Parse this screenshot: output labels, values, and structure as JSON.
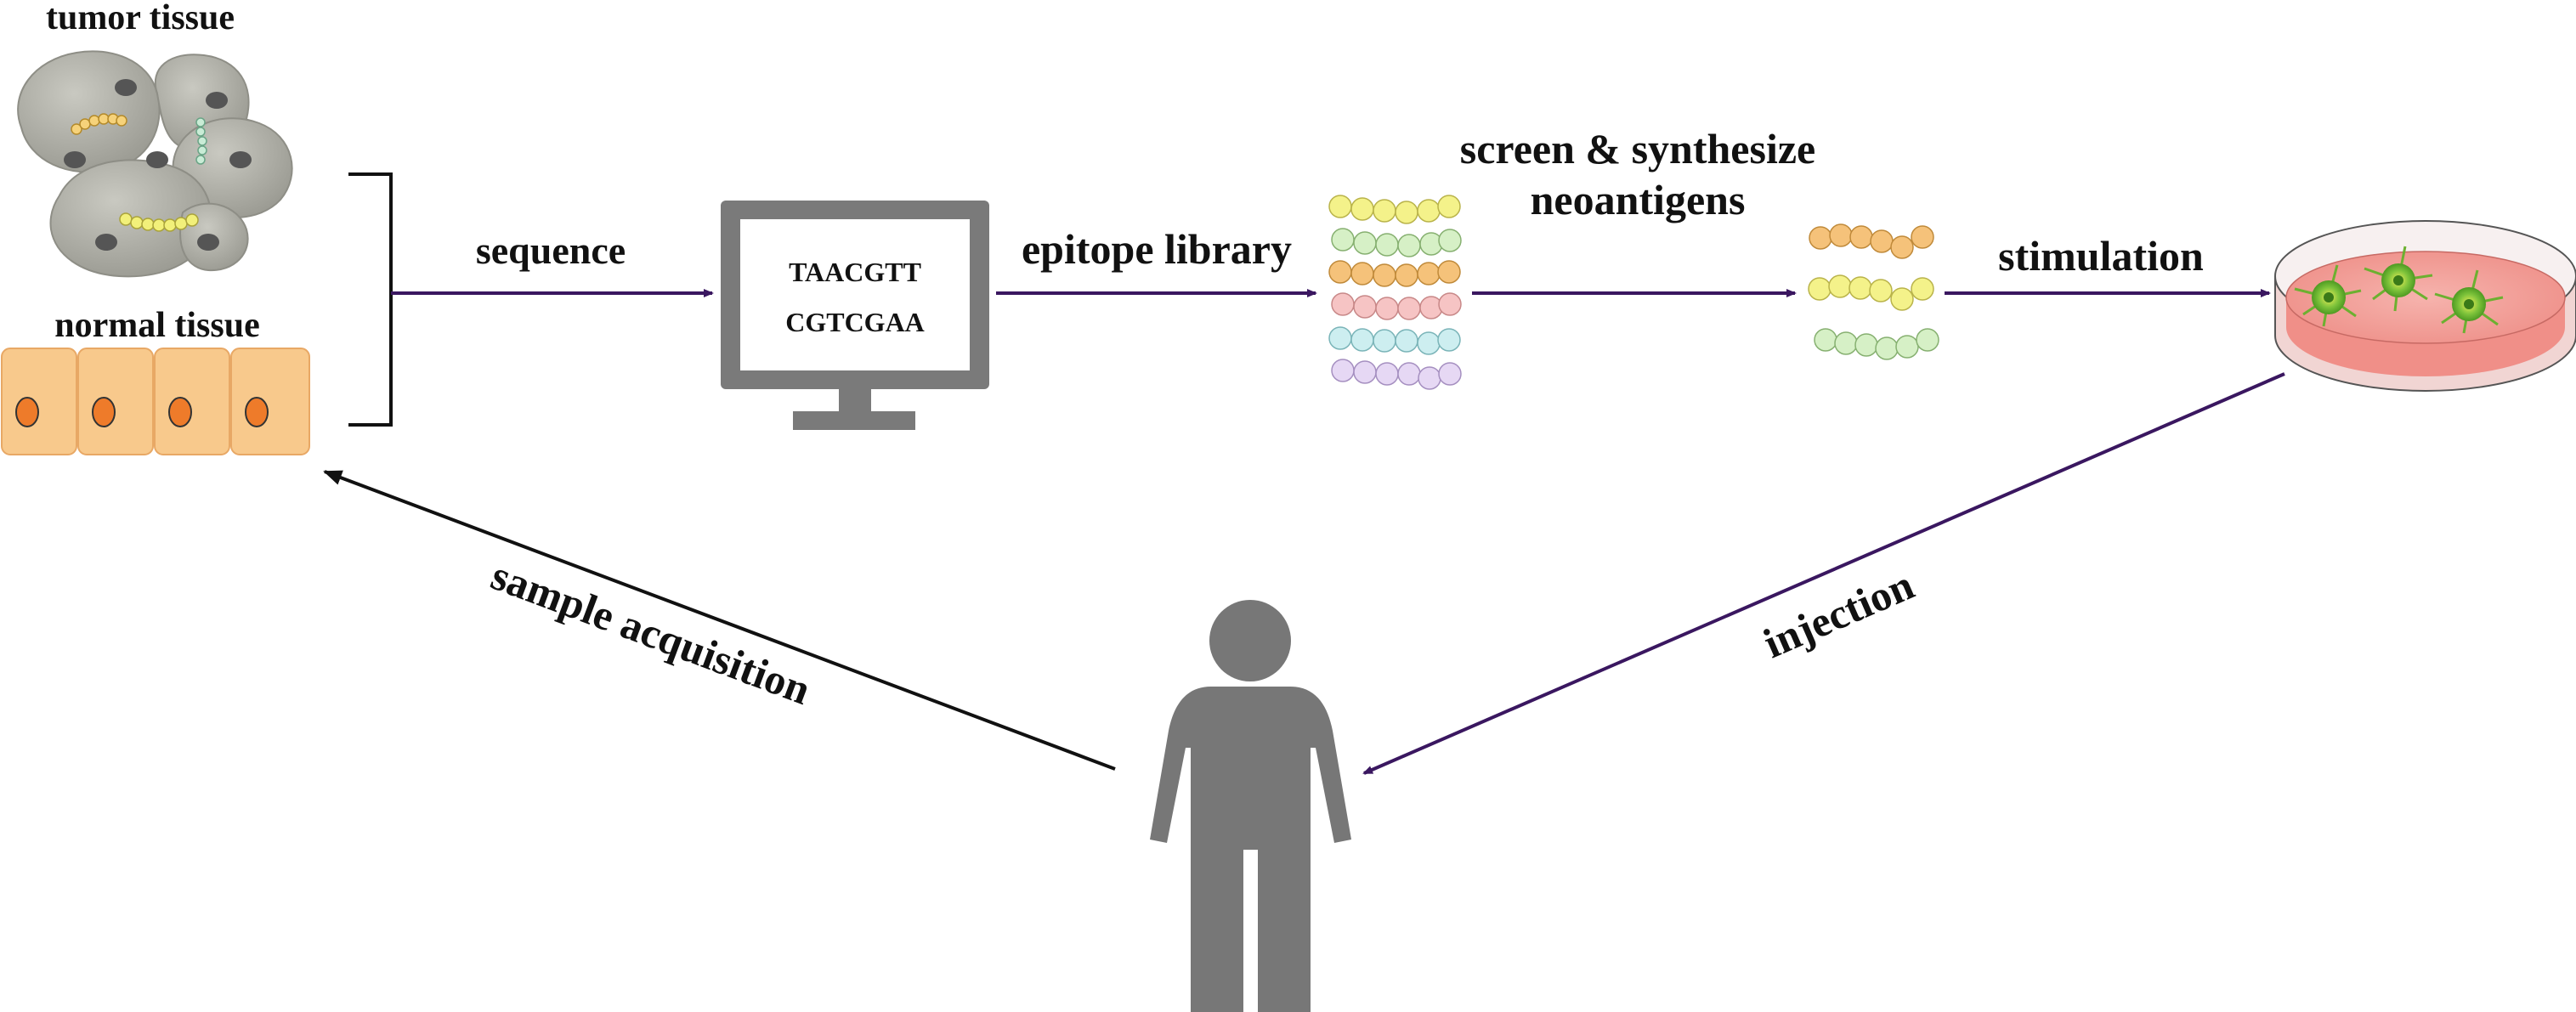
{
  "labels": {
    "tumor_tissue": "tumor tissue",
    "normal_tissue": "normal tissue",
    "sequence": "sequence",
    "epitope_library": "epitope library",
    "screen_line1": "screen & synthesize",
    "screen_line2": "neoantigens",
    "stimulation": "stimulation",
    "injection": "injection",
    "sample_acquisition": "sample acquisition"
  },
  "monitor": {
    "line1": "TAACGTT",
    "line2": "CGTCGAA"
  },
  "colors": {
    "arrow_purple": "#3a1760",
    "arrow_black": "#111111",
    "icon_gray": "#777777",
    "tumor_cell": "#a9a9a1",
    "normal_cell": "#f8c98c",
    "dish_medium": "#f3a29c"
  },
  "icons": [
    "tumor-cells-icon",
    "normal-cells-icon",
    "computer-monitor-icon",
    "peptide-library-icon",
    "neoantigen-peptides-icon",
    "culture-dish-icon",
    "person-icon"
  ]
}
